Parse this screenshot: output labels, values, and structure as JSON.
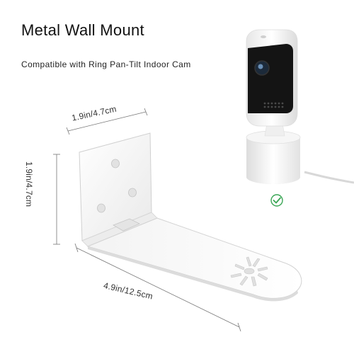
{
  "product": {
    "title": "Metal Wall Mount",
    "subtitle": "Compatible with Ring Pan-Tilt Indoor Cam"
  },
  "dimensions": {
    "width": "1.9in/4.7cm",
    "height": "1.9in/4.7cm",
    "length": "4.9in/12.5cm"
  },
  "badge": {
    "icon": "check-circle-icon",
    "color": "#3aa655"
  },
  "colors": {
    "mount": "#f7f7f7",
    "mount_edge": "#d4d4d4",
    "camera_lens": "#1c2a3a"
  }
}
